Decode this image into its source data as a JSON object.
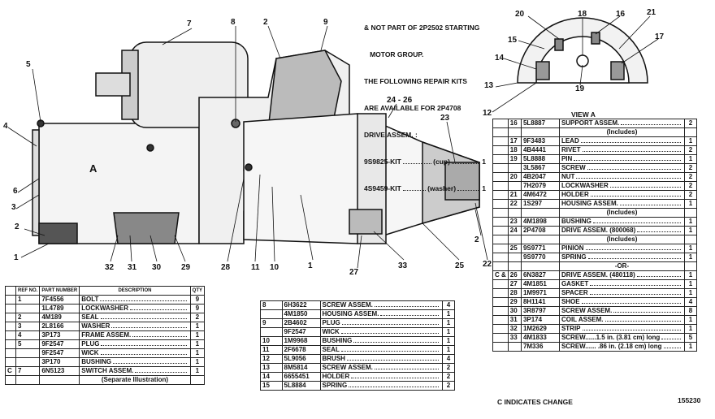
{
  "note": {
    "lines": [
      "& NOT PART OF 2P2502 STARTING",
      "   MOTOR GROUP.",
      "THE FOLLOWING REPAIR KITS",
      "ARE AVAILABLE FOR 2P4708",
      "DRIVE ASSEM. :"
    ],
    "kits": [
      {
        "part": "9S9825-KIT",
        "desc": "(cup)",
        "qty": "1"
      },
      {
        "part": "4S9459-KIT",
        "desc": "(washer)",
        "qty": "1"
      }
    ]
  },
  "view_label": "VIEW A",
  "diagram_letter": "A",
  "callouts": [
    "1",
    "2",
    "3",
    "4",
    "5",
    "6",
    "7",
    "8",
    "2",
    "9",
    "10",
    "11",
    "12",
    "13",
    "14",
    "15",
    "16",
    "17",
    "18",
    "19",
    "20",
    "21",
    "22",
    "23",
    "24 - 26",
    "25",
    "27",
    "28",
    "29",
    "30",
    "31",
    "32",
    "33",
    "1",
    "2"
  ],
  "table_headers": {
    "ref": "REF NO.",
    "part": "PART NUMBER",
    "desc": "DESCRIPTION",
    "qty": "QTY"
  },
  "table1": [
    {
      "m": "",
      "r": "1",
      "p": "7F4556",
      "d": "BOLT",
      "q": "9"
    },
    {
      "m": "",
      "r": "",
      "p": "1L4789",
      "d": "LOCKWASHER",
      "q": "9"
    },
    {
      "m": "",
      "r": "2",
      "p": "4M189",
      "d": "SEAL",
      "q": "2"
    },
    {
      "m": "",
      "r": "3",
      "p": "2L8166",
      "d": "WASHER",
      "q": "1"
    },
    {
      "m": "",
      "r": "4",
      "p": "3P173",
      "d": "FRAME ASSEM.",
      "q": "1"
    },
    {
      "m": "",
      "r": "5",
      "p": "9F2547",
      "d": "PLUG",
      "q": "1"
    },
    {
      "m": "",
      "r": "",
      "p": "9F2547",
      "d": "WICK",
      "q": "1"
    },
    {
      "m": "",
      "r": "",
      "p": "3P170",
      "d": "BUSHING",
      "q": "1"
    },
    {
      "m": "C",
      "r": "7",
      "p": "6N5123",
      "d": "SWITCH ASSEM.",
      "q": "1"
    },
    {
      "m": "",
      "r": "",
      "p": "",
      "d": "(Separate Illustration)",
      "q": ""
    }
  ],
  "table2": [
    {
      "r": "8",
      "p": "6H3622",
      "d": "SCREW ASSEM.",
      "q": "4"
    },
    {
      "r": "",
      "p": "4M1850",
      "d": "HOUSING ASSEM.",
      "q": "1"
    },
    {
      "r": "9",
      "p": "2B4602",
      "d": "PLUG",
      "q": "1"
    },
    {
      "r": "",
      "p": "9F2547",
      "d": "WICK",
      "q": "1"
    },
    {
      "r": "10",
      "p": "1M9968",
      "d": "BUSHING",
      "q": "1"
    },
    {
      "r": "11",
      "p": "2F6678",
      "d": "SEAL",
      "q": "1"
    },
    {
      "r": "12",
      "p": "5L9056",
      "d": "BRUSH",
      "q": "4"
    },
    {
      "r": "13",
      "p": "8M5814",
      "d": "SCREW ASSEM.",
      "q": "2"
    },
    {
      "r": "14",
      "p": "6655451",
      "d": "HOLDER",
      "q": "2"
    },
    {
      "r": "15",
      "p": "5L8884",
      "d": "SPRING",
      "q": "2"
    }
  ],
  "table3": [
    {
      "m": "",
      "r": "16",
      "p": "5L8887",
      "d": "SUPPORT ASSEM.",
      "q": "2"
    },
    {
      "m": "",
      "r": "",
      "p": "",
      "d": "(Includes)",
      "q": ""
    },
    {
      "m": "",
      "r": "17",
      "p": "9F3483",
      "d": "LEAD",
      "q": "1"
    },
    {
      "m": "",
      "r": "18",
      "p": "4B4441",
      "d": "RIVET",
      "q": "2"
    },
    {
      "m": "",
      "r": "19",
      "p": "5L8888",
      "d": "PIN",
      "q": "1"
    },
    {
      "m": "",
      "r": "",
      "p": "3L5867",
      "d": "SCREW",
      "q": "2"
    },
    {
      "m": "",
      "r": "20",
      "p": "4B2047",
      "d": "NUT",
      "q": "2"
    },
    {
      "m": "",
      "r": "",
      "p": "7H2079",
      "d": "LOCKWASHER",
      "q": "2"
    },
    {
      "m": "",
      "r": "21",
      "p": "4M6472",
      "d": "HOLDER",
      "q": "2"
    },
    {
      "m": "",
      "r": "22",
      "p": "1S297",
      "d": "HOUSING ASSEM.",
      "q": "1"
    },
    {
      "m": "",
      "r": "",
      "p": "",
      "d": "(Includes)",
      "q": ""
    },
    {
      "m": "",
      "r": "23",
      "p": "4M1898",
      "d": "BUSHING",
      "q": "1"
    },
    {
      "m": "",
      "r": "24",
      "p": "2P4708",
      "d": "DRIVE ASSEM. (800068)",
      "q": "1"
    },
    {
      "m": "",
      "r": "",
      "p": "",
      "d": "(Includes)",
      "q": ""
    },
    {
      "m": "",
      "r": "25",
      "p": "9S9771",
      "d": "PINION",
      "q": "1"
    },
    {
      "m": "",
      "r": "",
      "p": "9S9770",
      "d": "SPRING",
      "q": "1"
    },
    {
      "m": "",
      "r": "",
      "p": "",
      "d": "-OR-",
      "q": ""
    },
    {
      "m": "C &",
      "r": "26",
      "p": "6N3827",
      "d": "DRIVE ASSEM. (480118)",
      "q": "1"
    },
    {
      "m": "",
      "r": "27",
      "p": "4M1851",
      "d": "GASKET",
      "q": "1"
    },
    {
      "m": "",
      "r": "28",
      "p": "1M9971",
      "d": "SPACER",
      "q": "1"
    },
    {
      "m": "",
      "r": "29",
      "p": "8H1141",
      "d": "SHOE",
      "q": "4"
    },
    {
      "m": "",
      "r": "30",
      "p": "3R8797",
      "d": "SCREW ASSEM.",
      "q": "8"
    },
    {
      "m": "",
      "r": "31",
      "p": "3P174",
      "d": "COIL ASSEM.",
      "q": "1"
    },
    {
      "m": "",
      "r": "32",
      "p": "1M2629",
      "d": "STRIP",
      "q": "1"
    },
    {
      "m": "",
      "r": "33",
      "p": "4M1833",
      "d": "SCREW......1.5 in. (3.81 cm) long",
      "q": "5"
    },
    {
      "m": "",
      "r": "",
      "p": "7M336",
      "d": "SCREW...... .86 in. (2.18 cm) long",
      "q": "1"
    }
  ],
  "footer": {
    "change": "C INDICATES CHANGE",
    "code": "155230"
  }
}
